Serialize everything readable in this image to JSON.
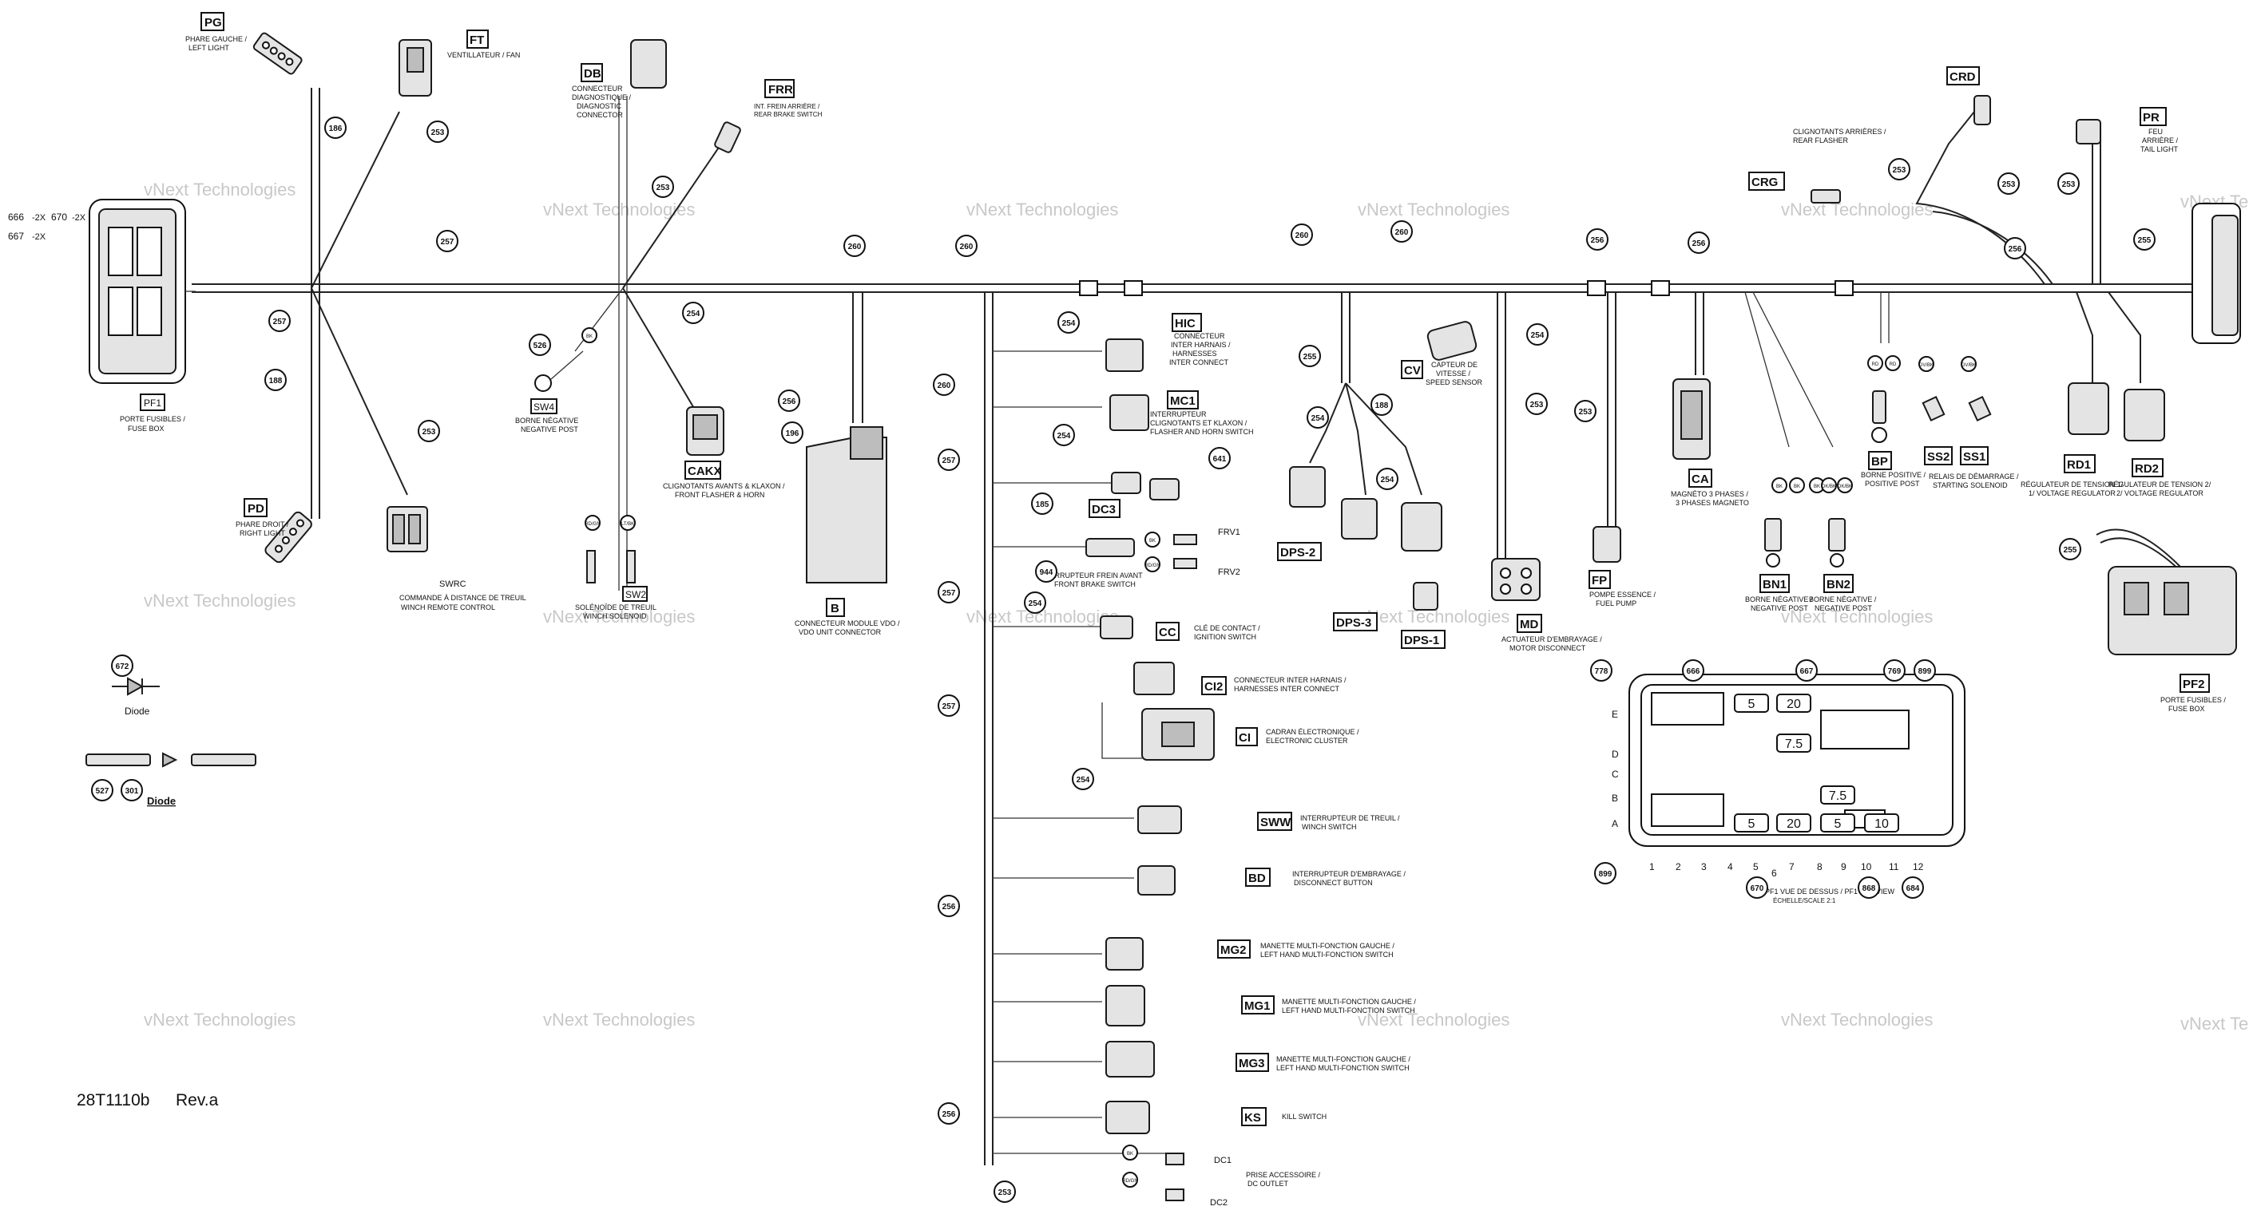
{
  "watermark": "vNext Technologies",
  "drawing_id": "28T1110b",
  "revision": "Rev.a",
  "connectors": {
    "PG": {
      "code": "PG",
      "desc1": "PHARE GAUCHE /",
      "desc2": "LEFT LIGHT"
    },
    "FT": {
      "code": "FT",
      "desc1": "VENTILLATEUR / FAN"
    },
    "DB": {
      "code": "DB",
      "desc1": "CONNECTEUR",
      "desc2": "DIAGNOSTIQUE /",
      "desc3": "DIAGNOSTIC",
      "desc4": "CONNECTOR"
    },
    "FRR": {
      "code": "FRR",
      "desc1": "INT. FREIN ARRIÈRE /",
      "desc2": "REAR BRAKE SWITCH"
    },
    "CRD": {
      "code": "CRD"
    },
    "CRG": {
      "code": "CRG",
      "desc1": "CLIGNOTANTS ARRIÈRES /",
      "desc2": "REAR FLASHER"
    },
    "PR": {
      "code": "PR",
      "desc1": "FEU",
      "desc2": "ARRIÈRE /",
      "desc3": "TAIL LIGHT"
    },
    "PF1": {
      "code": "PF1",
      "desc1": "PORTE FUSIBLES /",
      "desc2": "FUSE BOX"
    },
    "PD": {
      "code": "PD",
      "desc1": "PHARE DROIT /",
      "desc2": "RIGHT LIGHT"
    },
    "SWRC": {
      "code": "SWRC",
      "desc1": "COMMANDE À DISTANCE DE TREUIL",
      "desc2": "WINCH REMOTE CONTROL"
    },
    "SW4": {
      "code": "SW4",
      "desc1": "BORNE NÉGATIVE",
      "desc2": "NEGATIVE POST"
    },
    "SW2": {
      "code": "SW2",
      "desc1": "SOLÉNOÏDE DE TREUIL",
      "desc2": "WINCH SOLENOID"
    },
    "CAKX": {
      "code": "CAKX",
      "desc1": "CLIGNOTANTS AVANTS & KLAXON /",
      "desc2": "FRONT FLASHER & HORN"
    },
    "B": {
      "code": "B",
      "desc1": "CONNECTEUR MODULE VDO /",
      "desc2": "VDO UNIT CONNECTOR"
    },
    "HIC": {
      "code": "HIC",
      "desc1": "CONNECTEUR",
      "desc2": "INTER HARNAIS /",
      "desc3": "HARNESSES",
      "desc4": "INTER CONNECT"
    },
    "MC1": {
      "code": "MC1",
      "desc1": "INTERRUPTEUR",
      "desc2": "CLIGNOTANTS ET KLAXON /",
      "desc3": "FLASHER AND HORN SWITCH"
    },
    "DC3": {
      "code": "DC3"
    },
    "FRV1": {
      "code": "FRV1"
    },
    "FRV2": {
      "code": "FRV2"
    },
    "FRONT_BRAKE": {
      "desc1": "INTERRUPTEUR FREIN AVANT",
      "desc2": "FRONT BRAKE SWITCH"
    },
    "CC": {
      "code": "CC",
      "desc1": "CLÉ DE CONTACT /",
      "desc2": "IGNITION SWITCH"
    },
    "CI2": {
      "code": "CI2",
      "desc1": "CONNECTEUR INTER HARNAIS /",
      "desc2": "HARNESSES INTER CONNECT"
    },
    "CI": {
      "code": "CI",
      "desc1": "CADRAN ÉLECTRONIQUE /",
      "desc2": "ELECTRONIC CLUSTER"
    },
    "SWW": {
      "code": "SWW",
      "desc1": "INTERRUPTEUR DE TREUIL /",
      "desc2": "WINCH SWITCH"
    },
    "BD": {
      "code": "BD",
      "desc1": "INTERRUPTEUR D'EMBRAYAGE /",
      "desc2": "DISCONNECT BUTTON"
    },
    "MG2": {
      "code": "MG2",
      "desc1": "MANETTE MULTI-FONCTION GAUCHE /",
      "desc2": "LEFT HAND MULTI-FONCTION SWITCH"
    },
    "MG1": {
      "code": "MG1",
      "desc1": "MANETTE MULTI-FONCTION GAUCHE /",
      "desc2": "LEFT HAND MULTI-FONCTION SWITCH"
    },
    "MG3": {
      "code": "MG3",
      "desc1": "MANETTE MULTI-FONCTION GAUCHE /",
      "desc2": "LEFT HAND MULTI-FONCTION SWITCH"
    },
    "KS": {
      "code": "KS",
      "desc1": "KILL SWITCH"
    },
    "DC": {
      "code1": "DC1",
      "code2": "DC2",
      "desc1": "PRISE ACCESSOIRE /",
      "desc2": "DC OUTLET"
    },
    "CV": {
      "code": "CV",
      "desc1": "CAPTEUR DE",
      "desc2": "VITESSE /",
      "desc3": "SPEED SENSOR"
    },
    "DPS2": {
      "code": "DPS-2"
    },
    "DPS3": {
      "code": "DPS-3"
    },
    "DPS1": {
      "code": "DPS-1"
    },
    "MD": {
      "code": "MD",
      "desc1": "ACTUATEUR D'EMBRAYAGE /",
      "desc2": "MOTOR DISCONNECT"
    },
    "FP": {
      "code": "FP",
      "desc1": "POMPE ESSENCE /",
      "desc2": "FUEL PUMP"
    },
    "CA": {
      "code": "CA",
      "desc1": "MAGNÉTO 3 PHASES /",
      "desc2": "3 PHASES MAGNETO"
    },
    "BP": {
      "code": "BP",
      "desc1": "BORNE POSITIVE /",
      "desc2": "POSITIVE POST"
    },
    "SS2": {
      "code": "SS2"
    },
    "SS1": {
      "code": "SS1",
      "desc1": "RELAIS DE DÉMARRAGE /",
      "desc2": "STARTING SOLENOID"
    },
    "RD1": {
      "code": "RD1",
      "desc1": "RÉGULATEUR DE TENSION 1/",
      "desc2": "1/ VOLTAGE REGULATOR"
    },
    "RD2": {
      "code": "RD2",
      "desc1": "RÉGULATEUR DE TENSION 2/",
      "desc2": "2/ VOLTAGE REGULATOR"
    },
    "BN1": {
      "code": "BN1",
      "desc1": "BORNE NÉGATIVE /",
      "desc2": "NEGATIVE POST"
    },
    "BN2": {
      "code": "BN2",
      "desc1": "BORNE NÉGATIVE /",
      "desc2": "NEGATIVE POST"
    },
    "PF2": {
      "code": "PF2",
      "desc1": "PORTE FUSIBLES /",
      "desc2": "FUSE BOX"
    }
  },
  "wire_refs": {
    "w186": "186",
    "w188": "188",
    "w253": "253",
    "w257": "257",
    "w260": "260",
    "w254": "254",
    "w255": "255",
    "w256": "256",
    "w196": "196",
    "w185": "185",
    "w944": "944",
    "w641": "641",
    "w526": "526",
    "w672": "672",
    "w527": "527",
    "w301": "301",
    "w778": "778",
    "w666": "666",
    "w667": "667",
    "w670": "670",
    "w769": "769",
    "w899": "899",
    "w868": "868",
    "w684": "684"
  },
  "wire_colors": {
    "bk": "BK",
    "rd": "RD",
    "rdgn": "RD/GN",
    "bkwh": "BK/WH",
    "ltbk": "LT/BK",
    "dkbk": "DK/BK",
    "dvbk": "DV/BK"
  },
  "fuse_qty": {
    "a": "-2X",
    "b": "-2X",
    "c": "-2X",
    "f666": "666",
    "f667": "667",
    "f670": "670"
  },
  "diode": {
    "label1": "Diode",
    "label2": "Diode"
  },
  "fusebox_view": {
    "caption1": "PF1 VUE DE DESSUS / PF1 TOP VIEW",
    "caption2": "ÉCHELLE/SCALE 2:1",
    "rows": [
      "E",
      "D",
      "C",
      "B",
      "A"
    ],
    "cols": [
      "1",
      "2",
      "3",
      "4",
      "5",
      "6",
      "7",
      "8",
      "9",
      "10",
      "11",
      "12"
    ],
    "fuse5": "5",
    "fuse20": "20",
    "fuse75": "7.5",
    "fuse10": "10"
  }
}
